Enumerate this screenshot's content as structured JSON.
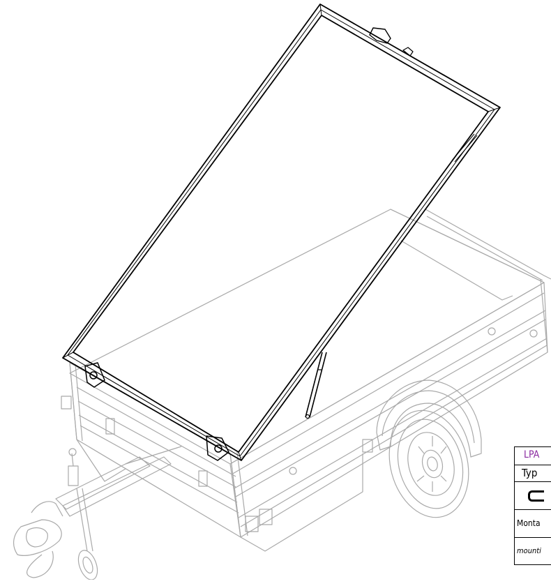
{
  "title_block": {
    "code": "LPA",
    "type_label": "Typ",
    "assembly_label_de": "Monta",
    "assembly_label_en": "mounti"
  }
}
